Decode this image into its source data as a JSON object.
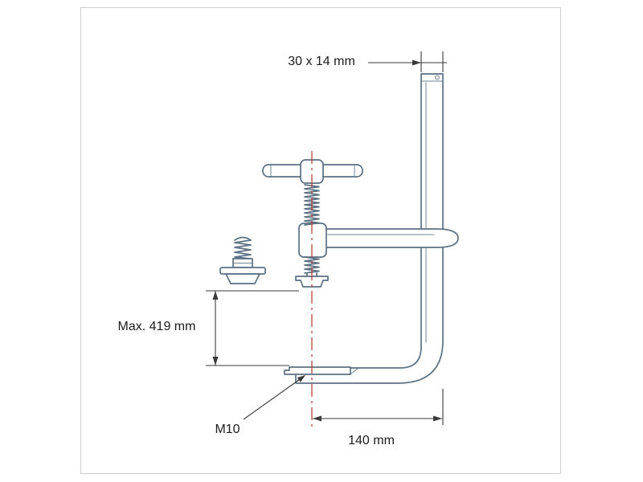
{
  "diagram": {
    "labels": {
      "rail_cross_section": "30 x 14  mm",
      "max_opening": "Max. 419 mm",
      "thread": "M10",
      "throat_depth": "140 mm"
    },
    "colors": {
      "drawing_line": "#5c7183",
      "dimension_line": "#3a3a3a",
      "centerline": "#b03a2e",
      "text": "#1c1c1c",
      "frame_border": "#cfcfcf",
      "background": "#ffffff"
    }
  }
}
